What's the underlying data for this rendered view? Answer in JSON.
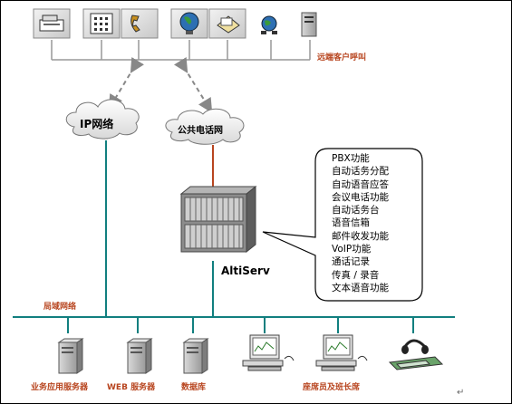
{
  "labels": {
    "remote_clients": "远端客户呼叫",
    "ip_network": "IP网络",
    "pstn": "公共电话网",
    "lan": "局域网络",
    "altiserv": "AltiServ",
    "biz_server": "业务应用服务器",
    "web_server": "WEB 服务器",
    "database": "数据库",
    "agent_supervisor": "座席员及班长席",
    "return_mark": "↵"
  },
  "features": [
    "PBX功能",
    "自动话务分配",
    "自动语音应答",
    "会议电话功能",
    "自动话务台",
    "语音信箱",
    "邮件收发功能",
    "VoIP功能",
    "通话记录",
    "传真 / 录音",
    "文本语音功能"
  ],
  "top_icons": [
    "fax-icon",
    "phone-keypad-icon",
    "handset-icon",
    "globe-icon",
    "mail-fax-icon",
    "network-globe-icon",
    "pc-tower-icon"
  ],
  "colors": {
    "line_teal": "#117f7f",
    "line_orange": "#b8451f",
    "label_orange": "#b8451f",
    "dashed": "#888888",
    "client_lines": "#999999"
  }
}
